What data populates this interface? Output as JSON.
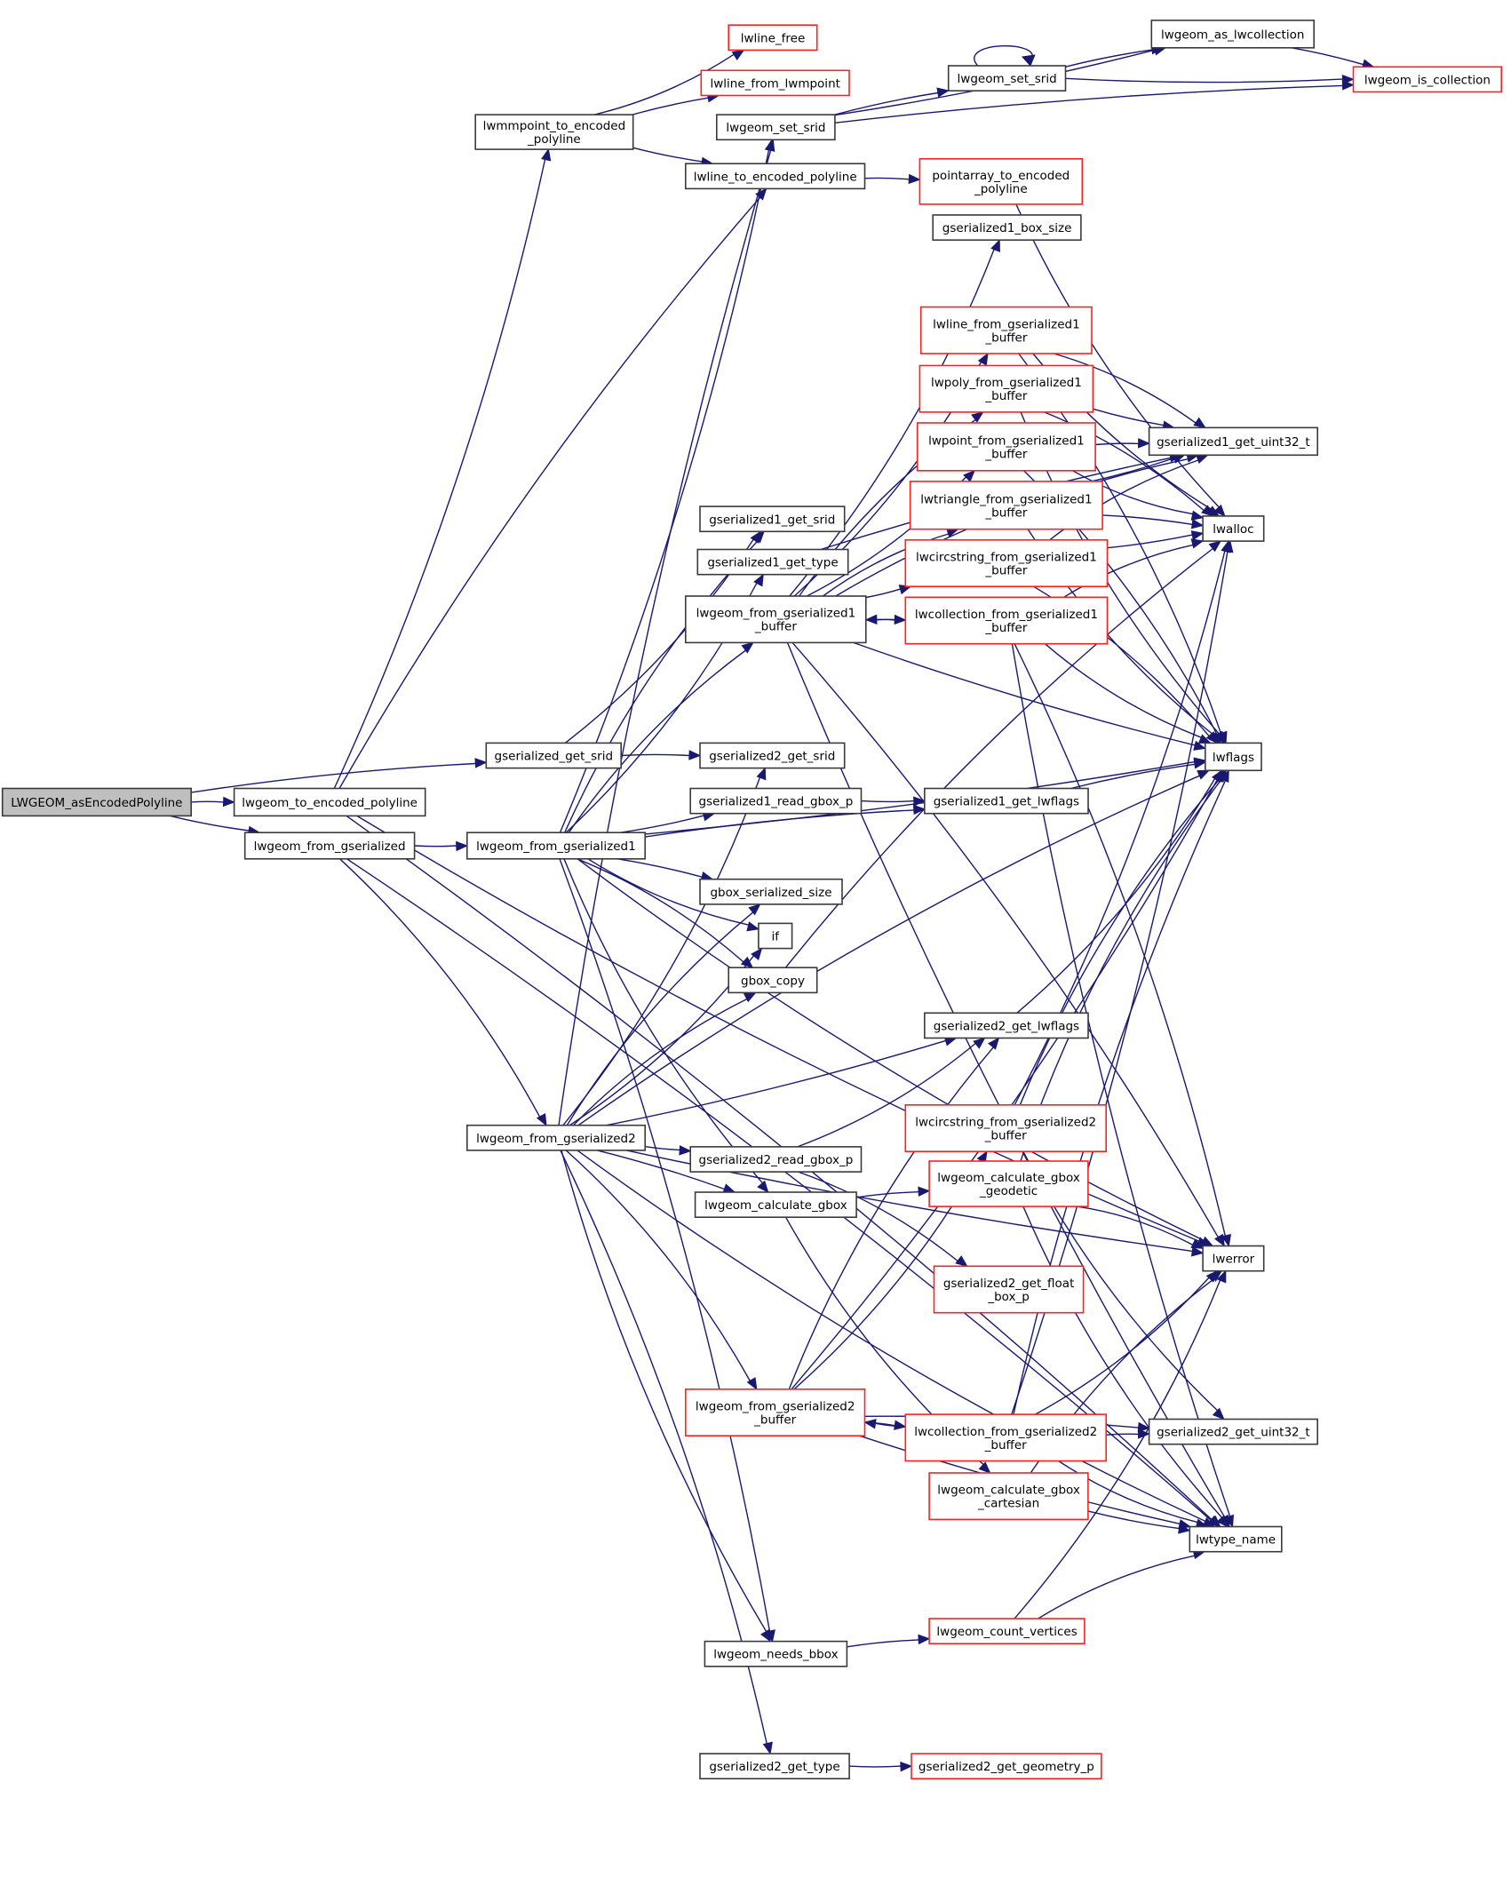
{
  "diagram": {
    "type": "call-graph",
    "root": "n_root",
    "colors": {
      "edge": "#191970",
      "node_border": "#3a3a3a",
      "truncated_border": "#ff2020",
      "root_fill": "#bfbfbf"
    },
    "nodes": [
      {
        "id": "n_root",
        "label": [
          "LWGEOM_asEncodedPolyline"
        ],
        "style": "root"
      },
      {
        "id": "n_to_enc",
        "label": [
          "lwgeom_to_encoded_polyline"
        ],
        "style": "normal"
      },
      {
        "id": "n_from_gser",
        "label": [
          "lwgeom_from_gserialized"
        ],
        "style": "normal"
      },
      {
        "id": "n_mmpoint",
        "label": [
          "lwmmpoint_to_encoded",
          "_polyline"
        ],
        "style": "normal"
      },
      {
        "id": "n_line_free",
        "label": [
          "lwline_free"
        ],
        "style": "truncated"
      },
      {
        "id": "n_line_from_mpoint",
        "label": [
          "lwline_from_lwmpoint"
        ],
        "style": "truncated"
      },
      {
        "id": "n_set_srid_a",
        "label": [
          "lwgeom_set_srid"
        ],
        "style": "normal"
      },
      {
        "id": "n_line_to_enc",
        "label": [
          "lwline_to_encoded_polyline"
        ],
        "style": "normal"
      },
      {
        "id": "n_ptarr_to_enc",
        "label": [
          "pointarray_to_encoded",
          "_polyline"
        ],
        "style": "truncated"
      },
      {
        "id": "n_set_srid_b",
        "label": [
          "lwgeom_set_srid"
        ],
        "style": "normal"
      },
      {
        "id": "n_as_lwcoll",
        "label": [
          "lwgeom_as_lwcollection"
        ],
        "style": "normal"
      },
      {
        "id": "n_is_coll",
        "label": [
          "lwgeom_is_collection"
        ],
        "style": "truncated"
      },
      {
        "id": "n_g1_box_size",
        "label": [
          "gserialized1_box_size"
        ],
        "style": "normal"
      },
      {
        "id": "n_line_g1",
        "label": [
          "lwline_from_gserialized1",
          "_buffer"
        ],
        "style": "truncated"
      },
      {
        "id": "n_poly_g1",
        "label": [
          "lwpoly_from_gserialized1",
          "_buffer"
        ],
        "style": "truncated"
      },
      {
        "id": "n_point_g1",
        "label": [
          "lwpoint_from_gserialized1",
          "_buffer"
        ],
        "style": "truncated"
      },
      {
        "id": "n_tri_g1",
        "label": [
          "lwtriangle_from_gserialized1",
          "_buffer"
        ],
        "style": "truncated"
      },
      {
        "id": "n_circ_g1",
        "label": [
          "lwcircstring_from_gserialized1",
          "_buffer"
        ],
        "style": "truncated"
      },
      {
        "id": "n_coll_g1",
        "label": [
          "lwcollection_from_gserialized1",
          "_buffer"
        ],
        "style": "truncated"
      },
      {
        "id": "n_g1_uint32",
        "label": [
          "gserialized1_get_uint32_t"
        ],
        "style": "normal"
      },
      {
        "id": "n_lwalloc",
        "label": [
          "lwalloc"
        ],
        "style": "normal"
      },
      {
        "id": "n_g1_get_srid",
        "label": [
          "gserialized1_get_srid"
        ],
        "style": "normal"
      },
      {
        "id": "n_g1_get_type",
        "label": [
          "gserialized1_get_type"
        ],
        "style": "normal"
      },
      {
        "id": "n_from_g1_buf",
        "label": [
          "lwgeom_from_gserialized1",
          "_buffer"
        ],
        "style": "normal"
      },
      {
        "id": "n_gser_get_srid",
        "label": [
          "gserialized_get_srid"
        ],
        "style": "normal"
      },
      {
        "id": "n_g2_get_srid",
        "label": [
          "gserialized2_get_srid"
        ],
        "style": "normal"
      },
      {
        "id": "n_g1_read_gbox",
        "label": [
          "gserialized1_read_gbox_p"
        ],
        "style": "normal"
      },
      {
        "id": "n_g1_lwflags",
        "label": [
          "gserialized1_get_lwflags"
        ],
        "style": "normal"
      },
      {
        "id": "n_lwflags",
        "label": [
          "lwflags"
        ],
        "style": "normal"
      },
      {
        "id": "n_from_g1",
        "label": [
          "lwgeom_from_gserialized1"
        ],
        "style": "normal"
      },
      {
        "id": "n_gbox_ser_size",
        "label": [
          "gbox_serialized_size"
        ],
        "style": "normal"
      },
      {
        "id": "n_if",
        "label": [
          "if"
        ],
        "style": "normal"
      },
      {
        "id": "n_gbox_copy",
        "label": [
          "gbox_copy"
        ],
        "style": "normal"
      },
      {
        "id": "n_g2_lwflags",
        "label": [
          "gserialized2_get_lwflags"
        ],
        "style": "normal"
      },
      {
        "id": "n_from_g2",
        "label": [
          "lwgeom_from_gserialized2"
        ],
        "style": "normal"
      },
      {
        "id": "n_circ_g2",
        "label": [
          "lwcircstring_from_gserialized2",
          "_buffer"
        ],
        "style": "truncated"
      },
      {
        "id": "n_g2_read_gbox",
        "label": [
          "gserialized2_read_gbox_p"
        ],
        "style": "normal"
      },
      {
        "id": "n_calc_gbox",
        "label": [
          "lwgeom_calculate_gbox"
        ],
        "style": "normal"
      },
      {
        "id": "n_calc_geodetic",
        "label": [
          "lwgeom_calculate_gbox",
          "_geodetic"
        ],
        "style": "truncated"
      },
      {
        "id": "n_g2_float_box",
        "label": [
          "gserialized2_get_float",
          "_box_p"
        ],
        "style": "truncated"
      },
      {
        "id": "n_lwerror",
        "label": [
          "lwerror"
        ],
        "style": "normal"
      },
      {
        "id": "n_from_g2_buf",
        "label": [
          "lwgeom_from_gserialized2",
          "_buffer"
        ],
        "style": "truncated"
      },
      {
        "id": "n_coll_g2",
        "label": [
          "lwcollection_from_gserialized2",
          "_buffer"
        ],
        "style": "truncated"
      },
      {
        "id": "n_g2_uint32",
        "label": [
          "gserialized2_get_uint32_t"
        ],
        "style": "normal"
      },
      {
        "id": "n_calc_cart",
        "label": [
          "lwgeom_calculate_gbox",
          "_cartesian"
        ],
        "style": "truncated"
      },
      {
        "id": "n_lwtype_name",
        "label": [
          "lwtype_name"
        ],
        "style": "normal"
      },
      {
        "id": "n_count_vert",
        "label": [
          "lwgeom_count_vertices"
        ],
        "style": "truncated"
      },
      {
        "id": "n_needs_bbox",
        "label": [
          "lwgeom_needs_bbox"
        ],
        "style": "normal"
      },
      {
        "id": "n_g2_get_type",
        "label": [
          "gserialized2_get_type"
        ],
        "style": "normal"
      },
      {
        "id": "n_g2_geom_p",
        "label": [
          "gserialized2_get_geometry_p"
        ],
        "style": "truncated"
      }
    ],
    "edges": [
      [
        "n_root",
        "n_to_enc"
      ],
      [
        "n_root",
        "n_from_gser"
      ],
      [
        "n_root",
        "n_gser_get_srid"
      ],
      [
        "n_to_enc",
        "n_mmpoint"
      ],
      [
        "n_to_enc",
        "n_line_to_enc"
      ],
      [
        "n_to_enc",
        "n_lwerror"
      ],
      [
        "n_to_enc",
        "n_lwtype_name"
      ],
      [
        "n_mmpoint",
        "n_line_free"
      ],
      [
        "n_mmpoint",
        "n_line_from_mpoint"
      ],
      [
        "n_mmpoint",
        "n_line_to_enc"
      ],
      [
        "n_line_to_enc",
        "n_ptarr_to_enc"
      ],
      [
        "n_ptarr_to_enc",
        "n_lwalloc"
      ],
      [
        "n_set_srid_a",
        "n_set_srid_b"
      ],
      [
        "n_set_srid_a",
        "n_as_lwcoll"
      ],
      [
        "n_set_srid_a",
        "n_is_coll"
      ],
      [
        "n_set_srid_b",
        "n_set_srid_b"
      ],
      [
        "n_set_srid_b",
        "n_as_lwcoll"
      ],
      [
        "n_set_srid_b",
        "n_is_coll"
      ],
      [
        "n_as_lwcoll",
        "n_is_coll"
      ],
      [
        "n_from_gser",
        "n_from_g1"
      ],
      [
        "n_from_gser",
        "n_from_g2"
      ],
      [
        "n_gser_get_srid",
        "n_g1_get_srid"
      ],
      [
        "n_gser_get_srid",
        "n_g2_get_srid"
      ],
      [
        "n_from_g1",
        "n_set_srid_a"
      ],
      [
        "n_from_g1",
        "n_g1_get_srid"
      ],
      [
        "n_from_g1",
        "n_g1_get_type"
      ],
      [
        "n_from_g1",
        "n_from_g1_buf"
      ],
      [
        "n_from_g1",
        "n_g1_read_gbox"
      ],
      [
        "n_from_g1",
        "n_g1_lwflags"
      ],
      [
        "n_from_g1",
        "n_lwflags"
      ],
      [
        "n_from_g1",
        "n_gbox_ser_size"
      ],
      [
        "n_from_g1",
        "n_if"
      ],
      [
        "n_from_g1",
        "n_gbox_copy"
      ],
      [
        "n_from_g1",
        "n_calc_gbox"
      ],
      [
        "n_from_g1",
        "n_needs_bbox"
      ],
      [
        "n_from_g1",
        "n_lwerror"
      ],
      [
        "n_g1_get_type",
        "n_g1_uint32"
      ],
      [
        "n_g1_read_gbox",
        "n_g1_lwflags"
      ],
      [
        "n_g1_lwflags",
        "n_lwflags"
      ],
      [
        "n_from_g1_buf",
        "n_g1_box_size"
      ],
      [
        "n_from_g1_buf",
        "n_g1_uint32"
      ],
      [
        "n_from_g1_buf",
        "n_line_g1"
      ],
      [
        "n_from_g1_buf",
        "n_poly_g1"
      ],
      [
        "n_from_g1_buf",
        "n_point_g1"
      ],
      [
        "n_from_g1_buf",
        "n_tri_g1"
      ],
      [
        "n_from_g1_buf",
        "n_circ_g1"
      ],
      [
        "n_from_g1_buf",
        "n_coll_g1"
      ],
      [
        "n_from_g1_buf",
        "n_lwflags"
      ],
      [
        "n_from_g1_buf",
        "n_lwerror"
      ],
      [
        "n_from_g1_buf",
        "n_lwtype_name"
      ],
      [
        "n_line_g1",
        "n_g1_uint32"
      ],
      [
        "n_line_g1",
        "n_lwalloc"
      ],
      [
        "n_line_g1",
        "n_lwflags"
      ],
      [
        "n_poly_g1",
        "n_g1_uint32"
      ],
      [
        "n_poly_g1",
        "n_lwalloc"
      ],
      [
        "n_poly_g1",
        "n_lwflags"
      ],
      [
        "n_point_g1",
        "n_g1_uint32"
      ],
      [
        "n_point_g1",
        "n_lwalloc"
      ],
      [
        "n_point_g1",
        "n_lwflags"
      ],
      [
        "n_tri_g1",
        "n_g1_uint32"
      ],
      [
        "n_tri_g1",
        "n_lwalloc"
      ],
      [
        "n_tri_g1",
        "n_lwflags"
      ],
      [
        "n_circ_g1",
        "n_g1_uint32"
      ],
      [
        "n_circ_g1",
        "n_lwalloc"
      ],
      [
        "n_circ_g1",
        "n_lwflags"
      ],
      [
        "n_coll_g1",
        "n_from_g1_buf"
      ],
      [
        "n_coll_g1",
        "n_lwalloc"
      ],
      [
        "n_coll_g1",
        "n_lwflags"
      ],
      [
        "n_coll_g1",
        "n_lwerror"
      ],
      [
        "n_coll_g1",
        "n_lwtype_name"
      ],
      [
        "n_gbox_copy",
        "n_lwalloc"
      ],
      [
        "n_from_g2",
        "n_g2_get_srid"
      ],
      [
        "n_from_g2",
        "n_gbox_ser_size"
      ],
      [
        "n_from_g2",
        "n_if"
      ],
      [
        "n_from_g2",
        "n_gbox_copy"
      ],
      [
        "n_from_g2",
        "n_g2_lwflags"
      ],
      [
        "n_from_g2",
        "n_lwflags"
      ],
      [
        "n_from_g2",
        "n_g2_read_gbox"
      ],
      [
        "n_from_g2",
        "n_calc_gbox"
      ],
      [
        "n_from_g2",
        "n_lwerror"
      ],
      [
        "n_from_g2",
        "n_from_g2_buf"
      ],
      [
        "n_from_g2",
        "n_needs_bbox"
      ],
      [
        "n_from_g2",
        "n_g2_get_type"
      ],
      [
        "n_from_g2",
        "n_lwtype_name"
      ],
      [
        "n_from_g2",
        "n_set_srid_a"
      ],
      [
        "n_g2_read_gbox",
        "n_g2_lwflags"
      ],
      [
        "n_g2_read_gbox",
        "n_g2_float_box"
      ],
      [
        "n_g2_lwflags",
        "n_lwflags"
      ],
      [
        "n_calc_gbox",
        "n_calc_geodetic"
      ],
      [
        "n_calc_gbox",
        "n_calc_cart"
      ],
      [
        "n_calc_geodetic",
        "n_lwerror"
      ],
      [
        "n_calc_geodetic",
        "n_lwtype_name"
      ],
      [
        "n_calc_geodetic",
        "n_lwflags"
      ],
      [
        "n_circ_g2",
        "n_lwalloc"
      ],
      [
        "n_circ_g2",
        "n_lwflags"
      ],
      [
        "n_circ_g2",
        "n_g2_uint32"
      ],
      [
        "n_from_g2_buf",
        "n_g2_lwflags"
      ],
      [
        "n_from_g2_buf",
        "n_circ_g2"
      ],
      [
        "n_from_g2_buf",
        "n_coll_g2"
      ],
      [
        "n_from_g2_buf",
        "n_lwflags"
      ],
      [
        "n_from_g2_buf",
        "n_g2_uint32"
      ],
      [
        "n_from_g2_buf",
        "n_lwtype_name"
      ],
      [
        "n_coll_g2",
        "n_from_g2_buf"
      ],
      [
        "n_coll_g2",
        "n_lwalloc"
      ],
      [
        "n_coll_g2",
        "n_lwflags"
      ],
      [
        "n_coll_g2",
        "n_lwerror"
      ],
      [
        "n_coll_g2",
        "n_g2_uint32"
      ],
      [
        "n_coll_g2",
        "n_lwtype_name"
      ],
      [
        "n_calc_cart",
        "n_lwerror"
      ],
      [
        "n_calc_cart",
        "n_lwtype_name"
      ],
      [
        "n_needs_bbox",
        "n_count_vert"
      ],
      [
        "n_count_vert",
        "n_lwerror"
      ],
      [
        "n_count_vert",
        "n_lwtype_name"
      ],
      [
        "n_g2_get_type",
        "n_g2_geom_p"
      ],
      [
        "n_from_gser",
        "n_lwtype_name"
      ]
    ]
  }
}
